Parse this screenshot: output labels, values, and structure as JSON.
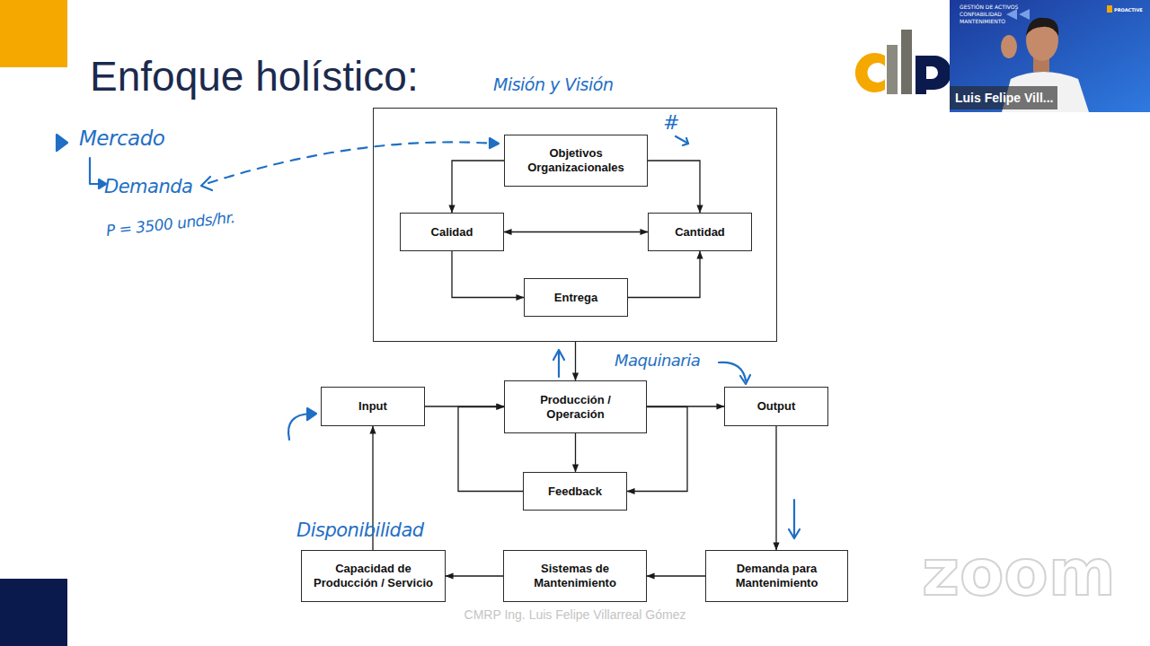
{
  "diagram": {
    "title": "Enfoque holístico:",
    "nodes": [
      {
        "text": [
          "Misión y Visión"
        ]
      },
      {
        "text": [
          "Objetivos Organizacionales"
        ],
        "in": 0
      },
      {
        "text": [
          "Calidad"
        ],
        "in": 0
      },
      {
        "text": [
          "Cantidad"
        ],
        "in": 0
      },
      {
        "text": [
          "Entrega"
        ],
        "in": 0
      },
      {
        "text": [
          "Input"
        ]
      },
      {
        "text": [
          "Producción / Operación"
        ]
      },
      {
        "text": [
          "Output"
        ]
      },
      {
        "text": [
          "Feedback"
        ]
      },
      {
        "text": [
          "Capacidad de Producción / Servicio"
        ]
      },
      {
        "text": [
          "Sistemas de Mantenimiento"
        ]
      },
      {
        "text": [
          "Demanda para Mantenimiento"
        ]
      }
    ],
    "edges": [
      {
        "from": 1,
        "to": 2,
        "arrow": "to"
      },
      {
        "from": 1,
        "to": 3,
        "arrow": "to"
      },
      {
        "from": 2,
        "to": 3,
        "arrow": "both"
      },
      {
        "from": 2,
        "to": 4,
        "arrow": "to"
      },
      {
        "from": 4,
        "to": 3,
        "arrow": "to"
      },
      {
        "from": 0,
        "to": 6,
        "arrow": "to"
      },
      {
        "from": 5,
        "to": 6,
        "arrow": "to"
      },
      {
        "from": 6,
        "to": 7,
        "arrow": "to"
      },
      {
        "from": 6,
        "to": 8,
        "arrow": "to"
      },
      {
        "from": 6,
        "to": 8,
        "arrow": "to"
      },
      {
        "from": 8,
        "to": 6,
        "arrow": "to"
      },
      {
        "from": 7,
        "to": 11,
        "arrow": "to"
      },
      {
        "from": 11,
        "to": 10,
        "arrow": "to"
      },
      {
        "from": 10,
        "to": 9,
        "arrow": "to"
      },
      {
        "from": 9,
        "to": 5,
        "arrow": "to"
      }
    ],
    "labels": [
      "Mercado",
      "Demanda",
      "P = 3500 unds/hr.",
      "#",
      "Maquinaria",
      "Disponibilidad",
      "CMRP Ing. Luis Felipe Villarreal Gómez",
      "zoom",
      "GESTIÓN DE ACTIVOS",
      "CONFIABILIDAD",
      "MANTENIMIENTO",
      "PROACTIVE",
      "Luis Felipe Vill..."
    ]
  }
}
